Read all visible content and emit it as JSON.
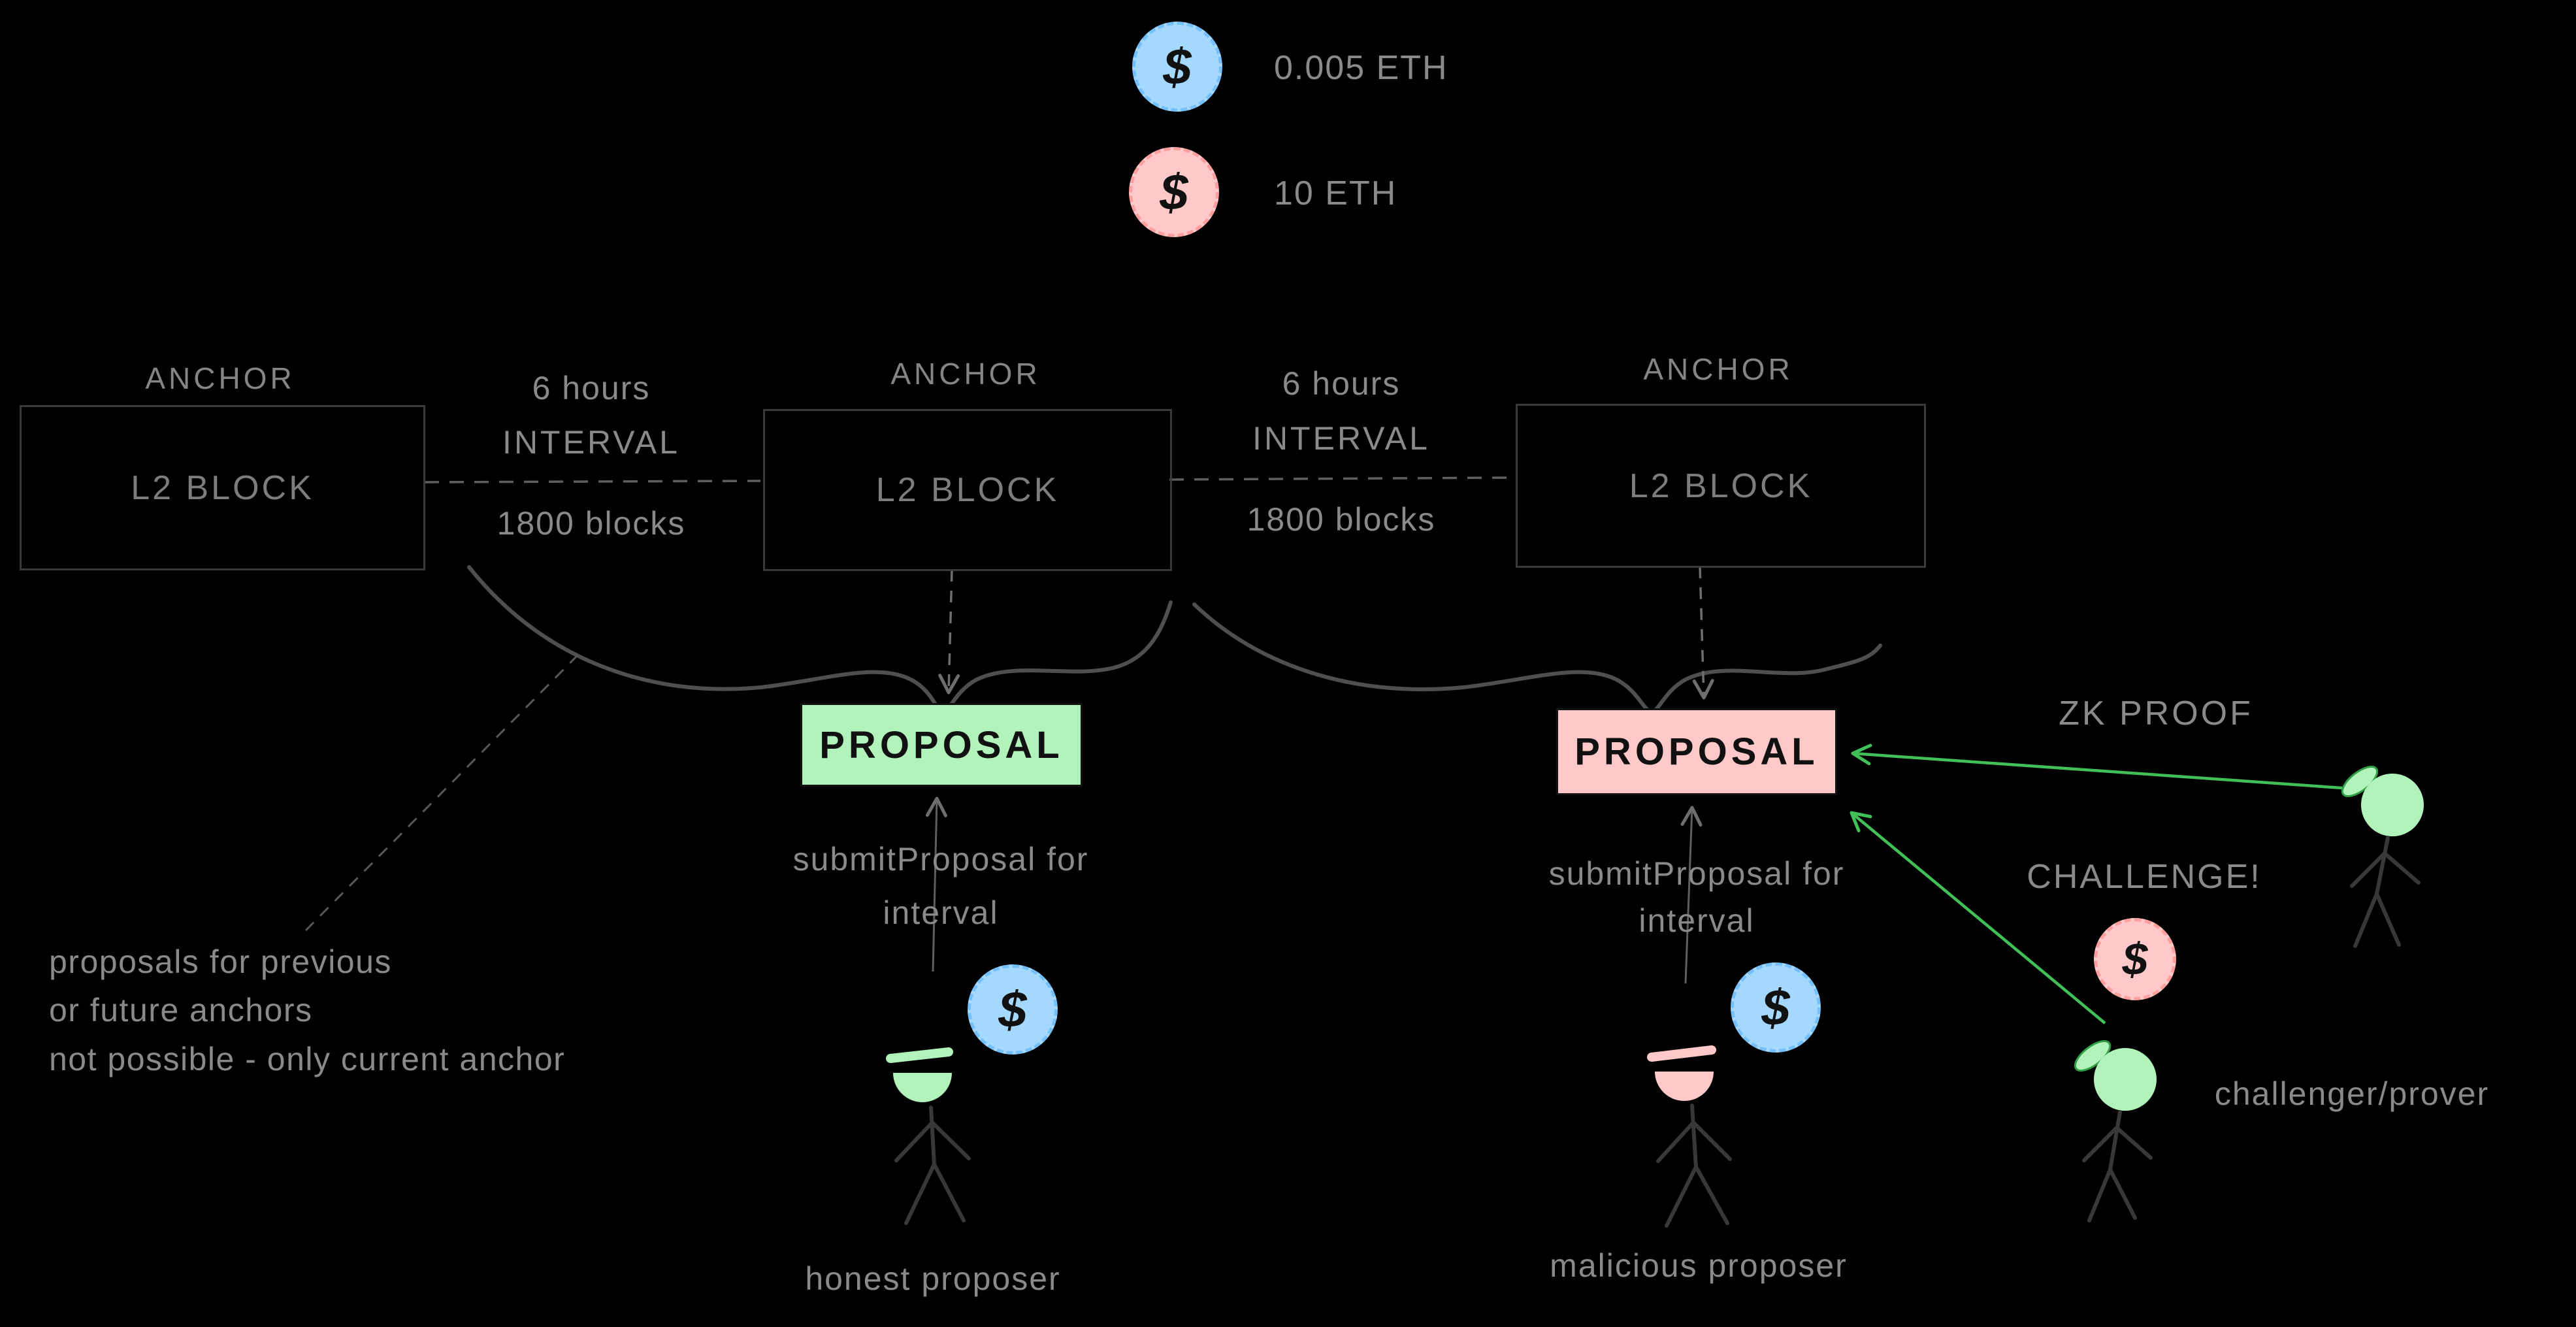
{
  "coin": {
    "symbol": "$"
  },
  "legend": {
    "items": [
      {
        "label": "0.005 ETH"
      },
      {
        "label": "10 ETH"
      }
    ]
  },
  "anchors": [
    {
      "title": "ANCHOR",
      "block_label": "L2 BLOCK"
    },
    {
      "title": "ANCHOR",
      "block_label": "L2 BLOCK"
    },
    {
      "title": "ANCHOR",
      "block_label": "L2 BLOCK"
    }
  ],
  "intervals": [
    {
      "duration": "6 hours",
      "label": "INTERVAL",
      "blocks": "1800 blocks"
    },
    {
      "duration": "6 hours",
      "label": "INTERVAL",
      "blocks": "1800 blocks"
    }
  ],
  "proposals": [
    {
      "label": "PROPOSAL",
      "variant": "green"
    },
    {
      "label": "PROPOSAL",
      "variant": "pink"
    }
  ],
  "submit_notes": [
    {
      "line1": "submitProposal for",
      "line2": "interval"
    },
    {
      "line1": "submitProposal for",
      "line2": "interval"
    }
  ],
  "note": {
    "line1": "proposals for previous",
    "line2": "or future anchors",
    "line3": "not possible - only current anchor"
  },
  "annotations": {
    "zk_proof": "ZK PROOF",
    "challenge": "CHALLENGE!"
  },
  "actors": {
    "honest": "honest proposer",
    "malicious": "malicious proposer",
    "challenger": "challenger/prover"
  },
  "colors": {
    "background": "#000000",
    "text_gray": "#8a8a8a",
    "green_fill": "#b2f2bb",
    "pink_fill": "#ffc9c9",
    "blue_fill": "#a5d8ff",
    "green_arrow": "#40c057"
  }
}
